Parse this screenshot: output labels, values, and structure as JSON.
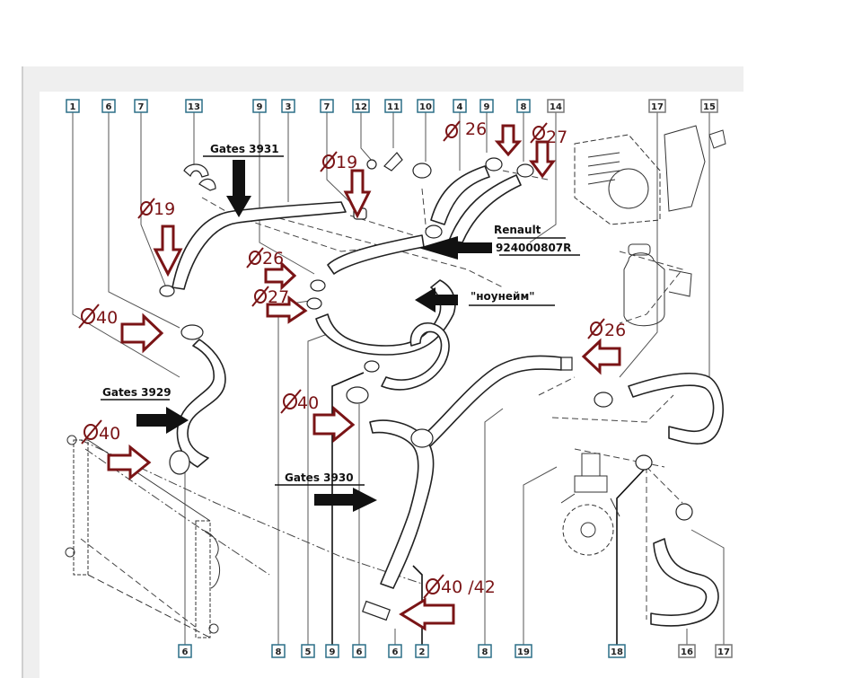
{
  "diagram": {
    "title": "Cooling system hoses exploded view",
    "top_callouts": [
      "1",
      "6",
      "7",
      "13",
      "9",
      "3",
      "7",
      "12",
      "11",
      "10",
      "4",
      "9",
      "8",
      "14",
      "17",
      "15"
    ],
    "bottom_callouts": [
      "6",
      "8",
      "5",
      "9",
      "6",
      "6",
      "2",
      "8",
      "19",
      "18",
      "16",
      "17"
    ],
    "part_labels": {
      "gates_3931": "Gates 3931",
      "renault_line1": "Renault",
      "renault_line2": "924000807R",
      "noname": "\"ноунейм\"",
      "gates_3929": "Gates 3929",
      "gates_3930": "Gates 3930"
    },
    "diameters": [
      {
        "id": "d19_left",
        "value": "19"
      },
      {
        "id": "d19_center",
        "value": "19"
      },
      {
        "id": "d26_top",
        "value": "26"
      },
      {
        "id": "d27_top",
        "value": "27"
      },
      {
        "id": "d26_left",
        "value": "26"
      },
      {
        "id": "d27_left",
        "value": "27"
      },
      {
        "id": "d40_upper",
        "value": "40"
      },
      {
        "id": "d40_lower",
        "value": "40"
      },
      {
        "id": "d40_center",
        "value": "40"
      },
      {
        "id": "d26_right",
        "value": "26"
      },
      {
        "id": "d40_42",
        "value": "40 /42"
      }
    ],
    "colors": {
      "annotation_red": "#7a1416",
      "callout_teal": "#2c6f87",
      "callout_gray": "#777777",
      "frame_gray": "#efefef"
    }
  }
}
